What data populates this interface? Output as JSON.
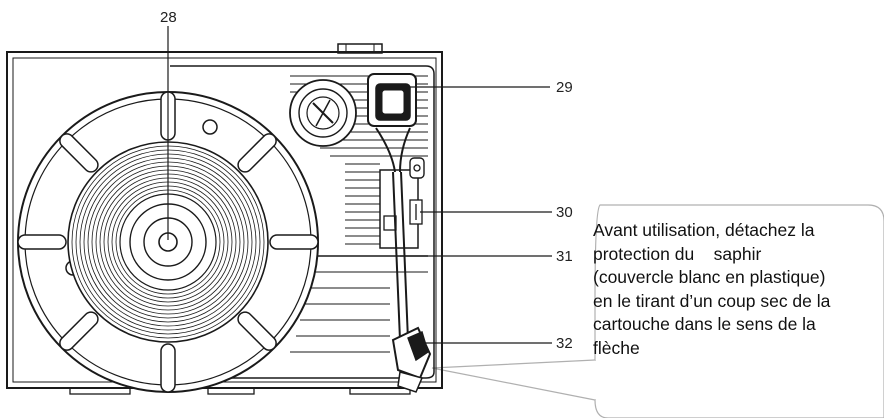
{
  "callouts": {
    "c28": "28",
    "c29": "29",
    "c30": "30",
    "c31": "31",
    "c32": "32"
  },
  "note": {
    "lines": [
      "Avant utilisation, détachez la",
      "protection du    saphir",
      "(couvercle blanc en plastique)",
      "en le tirant d’un coup sec de la",
      "cartouche dans le sens de la",
      "flèche"
    ]
  },
  "colors": {
    "line": "#1a1a1a",
    "bubble_border": "#b0b0b0"
  }
}
